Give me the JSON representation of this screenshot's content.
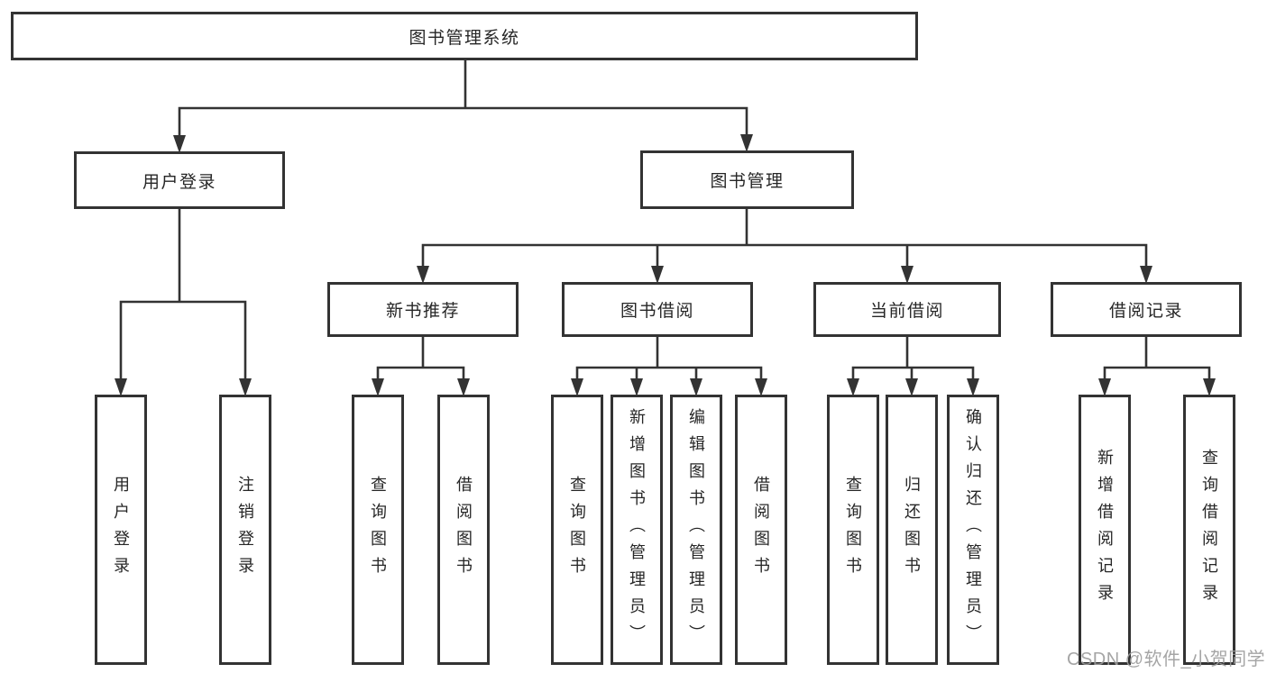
{
  "tree": {
    "root": {
      "label": "图书管理系统"
    },
    "children": [
      {
        "label": "用户登录",
        "children": [
          {
            "label": "用户登录"
          },
          {
            "label": "注销登录"
          }
        ]
      },
      {
        "label": "图书管理",
        "children": [
          {
            "label": "新书推荐",
            "children": [
              {
                "label": "查询图书"
              },
              {
                "label": "借阅图书"
              }
            ]
          },
          {
            "label": "图书借阅",
            "children": [
              {
                "label": "查询图书"
              },
              {
                "label": "新增图书（管理员）"
              },
              {
                "label": "编辑图书（管理员）"
              },
              {
                "label": "借阅图书"
              }
            ]
          },
          {
            "label": "当前借阅",
            "children": [
              {
                "label": "查询图书"
              },
              {
                "label": "归还图书"
              },
              {
                "label": "确认归还（管理员）"
              }
            ]
          },
          {
            "label": "借阅记录",
            "children": [
              {
                "label": "新增借阅记录"
              },
              {
                "label": "查询借阅记录"
              }
            ]
          }
        ]
      }
    ]
  },
  "watermark": {
    "text": "CSDN @软件_小贺同学"
  },
  "colors": {
    "line": "#333333",
    "text": "#262626",
    "box_background": "#ffffff",
    "page_background": "#ffffff",
    "watermark": "#9c9c9c"
  }
}
